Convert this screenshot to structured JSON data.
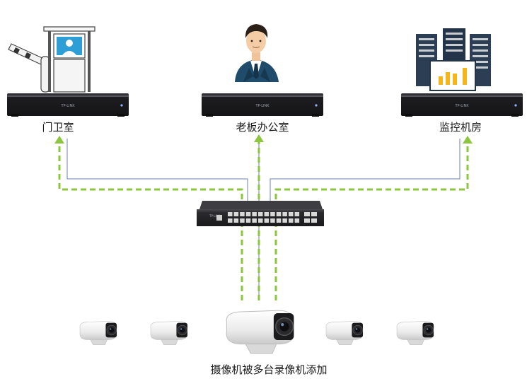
{
  "nodes": {
    "guard_room": {
      "label": "门卫室"
    },
    "boss_office": {
      "label": "老板办公室"
    },
    "monitor_room": {
      "label": "监控机房"
    }
  },
  "caption": "摄像机被多台录像机添加",
  "device_brand": "TP-LINK",
  "camera_count": 5,
  "colors": {
    "dashed_link": "#8cc63f",
    "solid_link": "#6b7fb0",
    "nvr_body": "#1e1e22",
    "switch_body": "#2a2a2e",
    "camera_body": "#f2f2f2"
  }
}
